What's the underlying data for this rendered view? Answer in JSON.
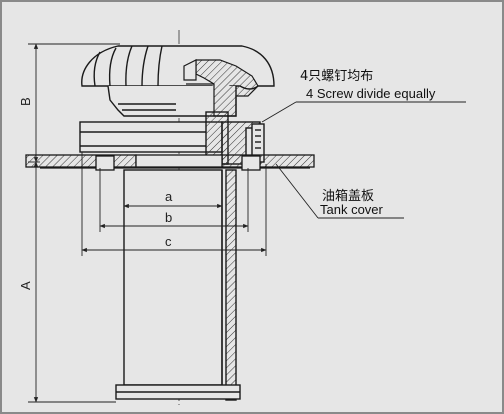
{
  "drawing": {
    "colors": {
      "background": "#e6e6e6",
      "line": "#1a1a1a",
      "hatch": "#333333",
      "frame": "#8a8a8a"
    },
    "dimensions": {
      "a": "a",
      "b": "b",
      "c": "c",
      "A": "A",
      "B": "B"
    },
    "callouts": {
      "screw_cn": "4只螺钉均布",
      "screw_en": "4 Screw divide equally",
      "tank_cn": "油箱盖板",
      "tank_en": "Tank cover"
    }
  }
}
